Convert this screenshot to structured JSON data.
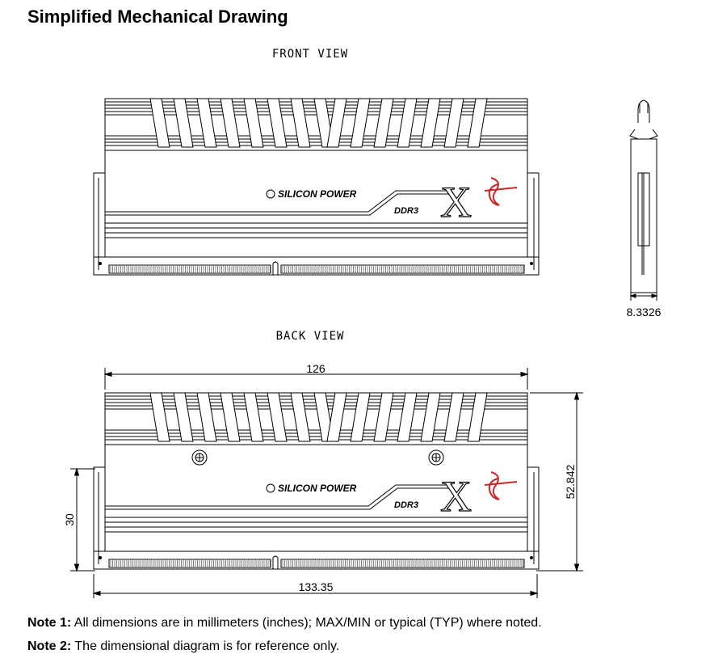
{
  "title": "Simplified Mechanical Drawing",
  "front_view_label": "FRONT VIEW",
  "back_view_label": "BACK VIEW",
  "brand": "SILICON POWER",
  "ddr_label": "DDR3",
  "x_mark": "X",
  "dimensions": {
    "side_thickness": "8.3326",
    "heatsink_width": "126",
    "module_height": "52.842",
    "pcb_height": "30",
    "module_length": "133.35"
  },
  "notes": [
    {
      "label": "Note 1:",
      "text": " All dimensions are in millimeters (inches); MAX/MIN or typical (TYP) where noted."
    },
    {
      "label": "Note 2:",
      "text": " The dimensional diagram is for reference only."
    }
  ]
}
